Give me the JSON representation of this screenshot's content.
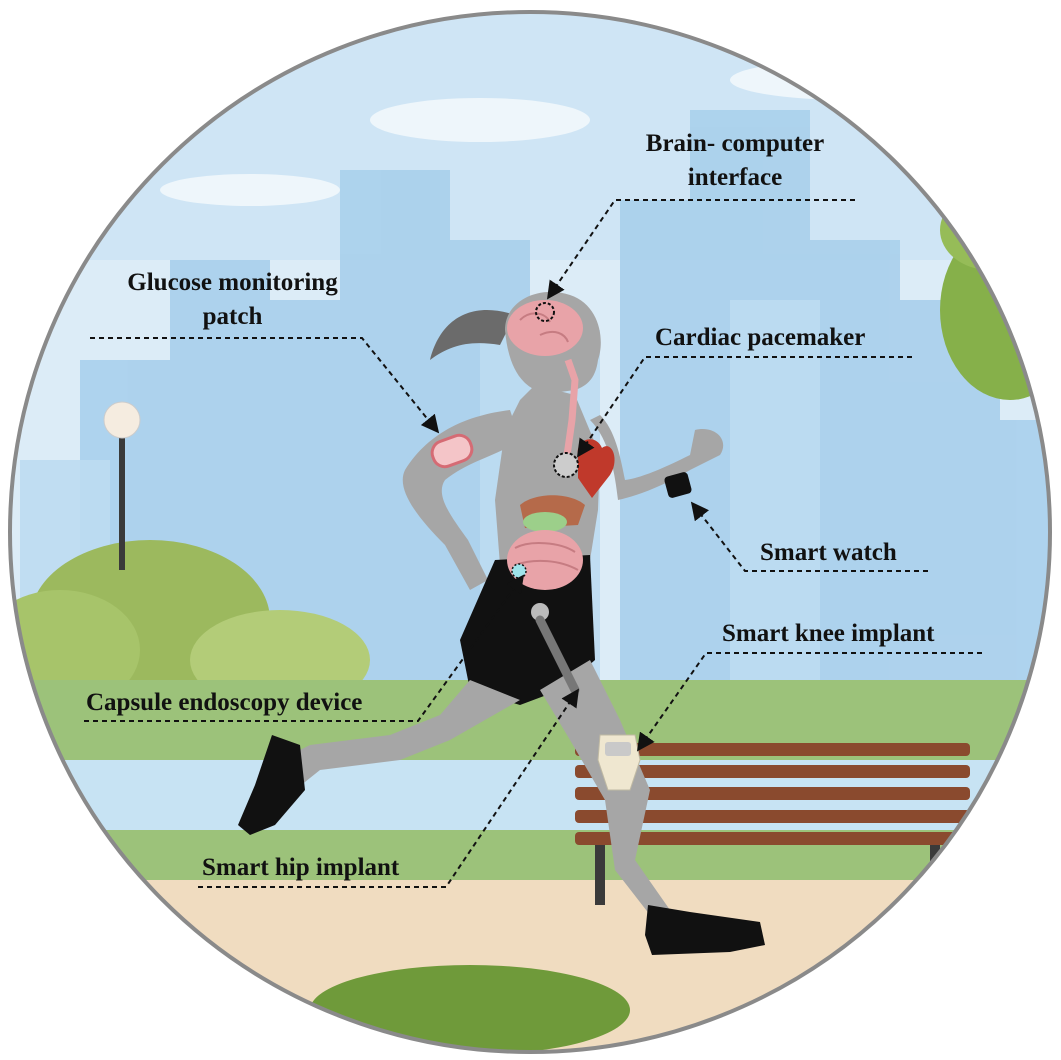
{
  "labels": {
    "bci_line1": "Brain- computer",
    "bci_line2": "interface",
    "glucose_line1": "Glucose monitoring",
    "glucose_line2": "patch",
    "pacemaker": "Cardiac pacemaker",
    "watch": "Smart watch",
    "knee": "Smart knee implant",
    "capsule": "Capsule endoscopy device",
    "hip": "Smart hip implant"
  },
  "colors": {
    "sky": "#dcecf7",
    "buildings": "#a9d0ec",
    "grass": "#9cc27a",
    "path": "#f0dcc0",
    "body": "#a6a6a6",
    "shorts": "#111111",
    "bench": "#8a4a2e",
    "organ_pink": "#e8a3a8",
    "circle_border": "#8a8a8a"
  }
}
